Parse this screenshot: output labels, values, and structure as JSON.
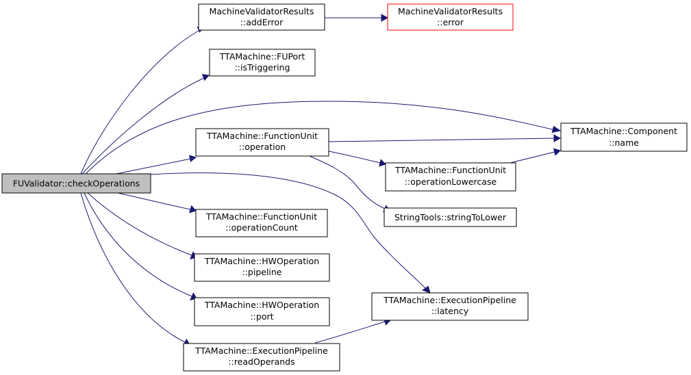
{
  "nodes": {
    "check_operations": {
      "label1": "FUValidator::checkOperations",
      "label2": ""
    },
    "add_error": {
      "label1": "MachineValidatorResults",
      "label2": "::addError"
    },
    "error": {
      "label1": "MachineValidatorResults",
      "label2": "::error"
    },
    "is_triggering": {
      "label1": "TTAMachine::FUPort",
      "label2": "::isTriggering"
    },
    "component_name": {
      "label1": "TTAMachine::Component",
      "label2": "::name"
    },
    "fu_operation": {
      "label1": "TTAMachine::FunctionUnit",
      "label2": "::operation"
    },
    "operation_lowercase": {
      "label1": "TTAMachine::FunctionUnit",
      "label2": "::operationLowercase"
    },
    "string_to_lower": {
      "label1": "StringTools::stringToLower",
      "label2": ""
    },
    "operation_count": {
      "label1": "TTAMachine::FunctionUnit",
      "label2": "::operationCount"
    },
    "hw_pipeline": {
      "label1": "TTAMachine::HWOperation",
      "label2": "::pipeline"
    },
    "hw_port": {
      "label1": "TTAMachine::HWOperation",
      "label2": "::port"
    },
    "latency": {
      "label1": "TTAMachine::ExecutionPipeline",
      "label2": "::latency"
    },
    "read_operands": {
      "label1": "TTAMachine::ExecutionPipeline",
      "label2": "::readOperands"
    }
  },
  "edges": [
    {
      "from": "check_operations",
      "to": "add_error"
    },
    {
      "from": "check_operations",
      "to": "is_triggering"
    },
    {
      "from": "check_operations",
      "to": "component_name"
    },
    {
      "from": "check_operations",
      "to": "fu_operation"
    },
    {
      "from": "check_operations",
      "to": "latency"
    },
    {
      "from": "check_operations",
      "to": "operation_count"
    },
    {
      "from": "check_operations",
      "to": "hw_pipeline"
    },
    {
      "from": "check_operations",
      "to": "hw_port"
    },
    {
      "from": "check_operations",
      "to": "read_operands"
    },
    {
      "from": "add_error",
      "to": "error"
    },
    {
      "from": "fu_operation",
      "to": "component_name"
    },
    {
      "from": "fu_operation",
      "to": "operation_lowercase"
    },
    {
      "from": "fu_operation",
      "to": "string_to_lower"
    },
    {
      "from": "operation_lowercase",
      "to": "component_name"
    },
    {
      "from": "read_operands",
      "to": "latency"
    }
  ],
  "colors": {
    "edge": "#191970",
    "root_fill": "#bfbfbf",
    "missing_border": "#ff0000"
  }
}
